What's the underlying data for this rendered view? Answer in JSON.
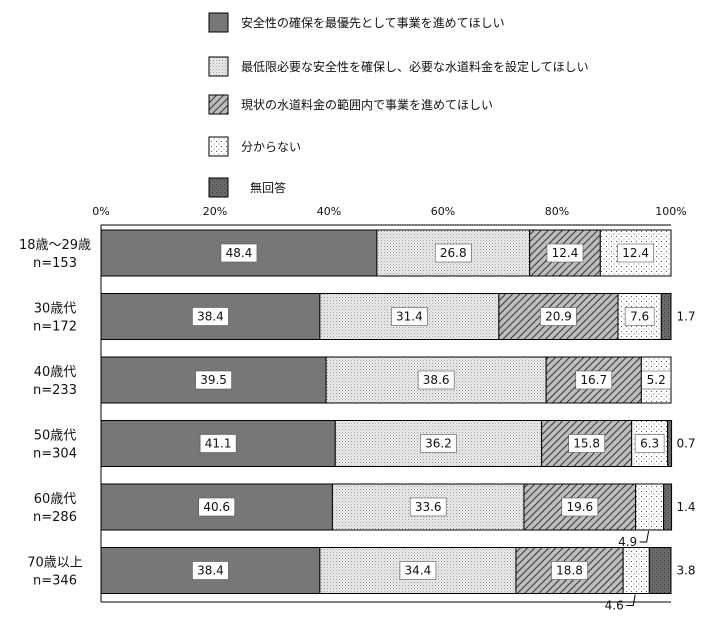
{
  "colors": {
    "s1": "#777777",
    "s2": "#e6e6e6",
    "s3": "#8c8c8c",
    "s4": "#f6f6f6",
    "s5": "#5a5a5a",
    "border": "#000000"
  },
  "chart_data": {
    "type": "bar",
    "orientation": "horizontal",
    "stacked": "percent",
    "xlim": [
      0,
      100
    ],
    "xticks": [
      "0%",
      "20%",
      "40%",
      "60%",
      "80%",
      "100%"
    ],
    "grid": false,
    "legend_position": "top",
    "categories": [
      {
        "label": "18歳～29歳",
        "n": "n=153"
      },
      {
        "label": "30歳代",
        "n": "n=172"
      },
      {
        "label": "40歳代",
        "n": "n=233"
      },
      {
        "label": "50歳代",
        "n": "n=304"
      },
      {
        "label": "60歳代",
        "n": "n=286"
      },
      {
        "label": "70歳以上",
        "n": "n=346"
      }
    ],
    "series": [
      {
        "name": "安全性の確保を最優先として事業を進めてほしい",
        "values": [
          48.4,
          38.4,
          39.5,
          41.1,
          40.6,
          38.4
        ]
      },
      {
        "name": "最低限必要な安全性を確保し、必要な水道料金を設定してほしい",
        "values": [
          26.8,
          31.4,
          38.6,
          36.2,
          33.6,
          34.4
        ]
      },
      {
        "name": "現状の水道料金の範囲内で事業を進めてほしい",
        "values": [
          12.4,
          20.9,
          16.7,
          15.8,
          19.6,
          18.8
        ]
      },
      {
        "name": "分からない",
        "values": [
          12.4,
          7.6,
          5.2,
          6.3,
          4.9,
          4.6
        ]
      },
      {
        "name": "無回答",
        "values": [
          0,
          1.7,
          0,
          0.7,
          1.4,
          3.8
        ]
      }
    ],
    "data_labels": [
      [
        "48.4",
        "26.8",
        "12.4",
        "12.4",
        ""
      ],
      [
        "38.4",
        "31.4",
        "20.9",
        "7.6",
        "1.7"
      ],
      [
        "39.5",
        "38.6",
        "16.7",
        "5.2",
        ""
      ],
      [
        "41.1",
        "36.2",
        "15.8",
        "6.3",
        "0.7"
      ],
      [
        "40.6",
        "33.6",
        "19.6",
        "4.9",
        "1.4"
      ],
      [
        "38.4",
        "34.4",
        "18.8",
        "4.6",
        "3.8"
      ]
    ],
    "label_modes": [
      [
        "inside",
        "inside",
        "inside",
        "inside",
        "none"
      ],
      [
        "inside",
        "inside",
        "inside",
        "inside",
        "outside-right"
      ],
      [
        "inside",
        "inside",
        "inside",
        "inside",
        "none"
      ],
      [
        "inside",
        "inside",
        "inside",
        "inside",
        "outside-right"
      ],
      [
        "inside",
        "inside",
        "inside",
        "below-leader",
        "outside-right"
      ],
      [
        "inside",
        "inside",
        "inside",
        "below-leader",
        "outside-right"
      ]
    ]
  }
}
